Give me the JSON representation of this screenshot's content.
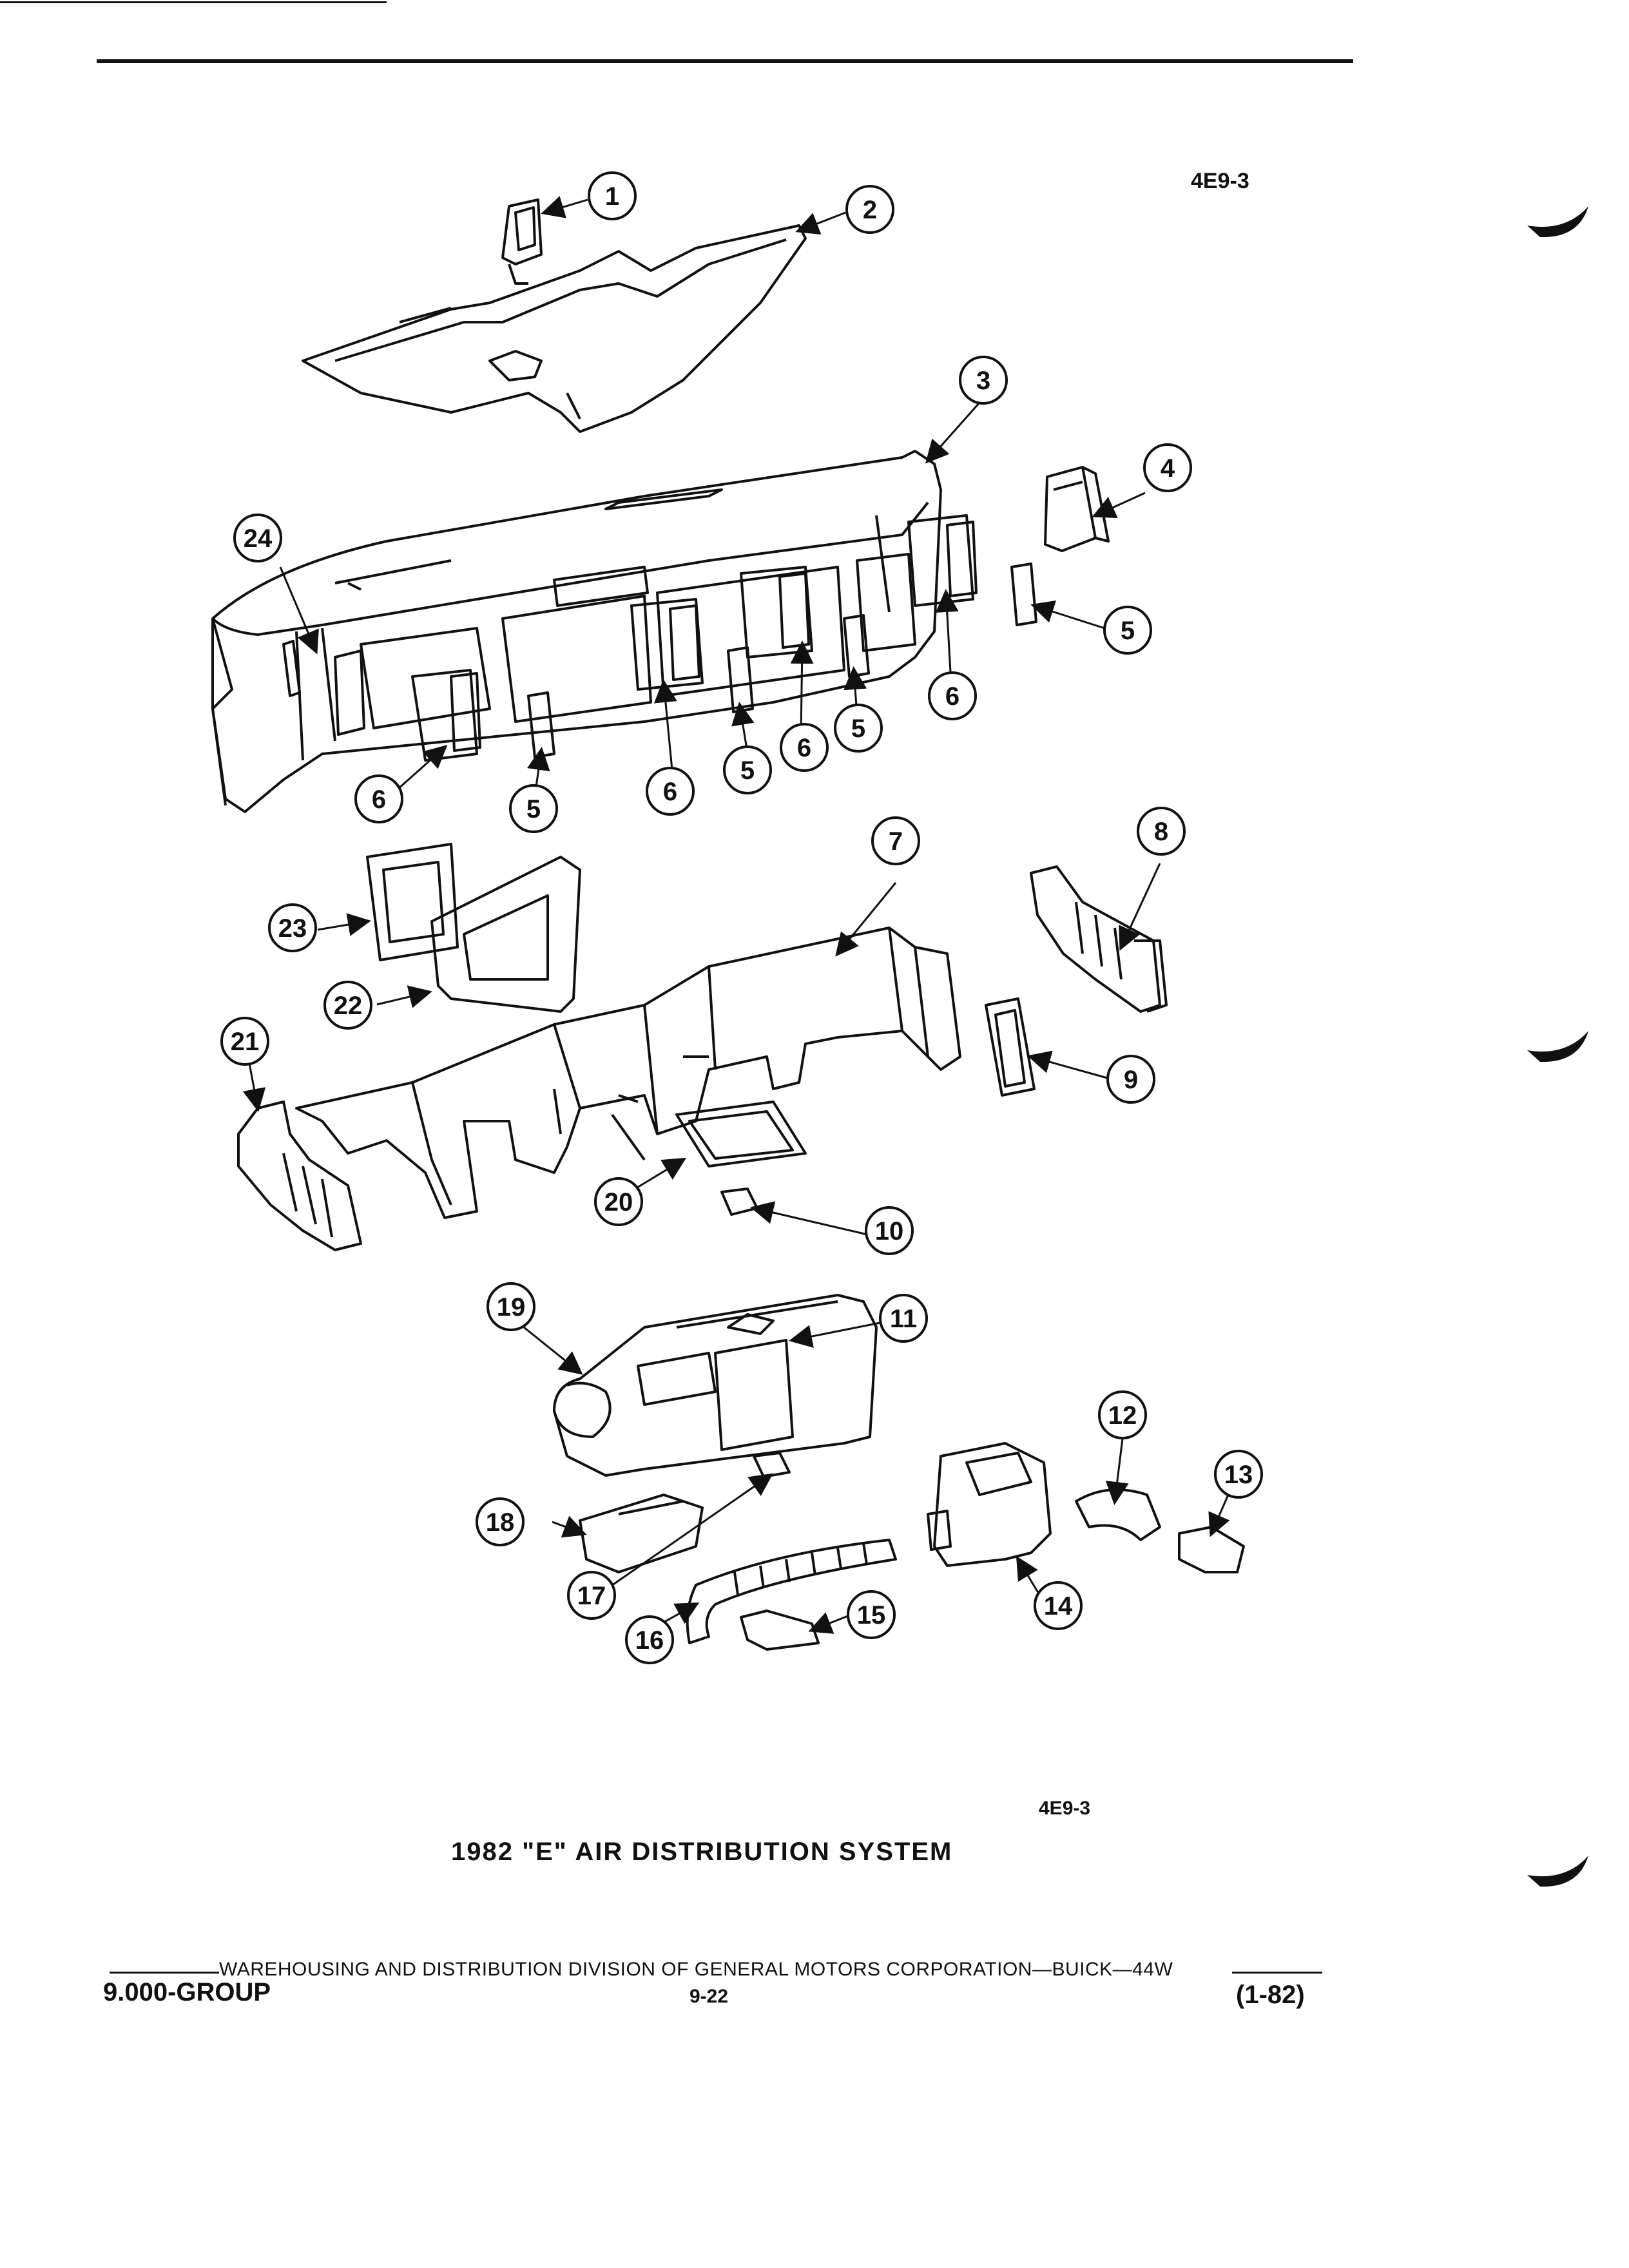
{
  "figure": {
    "ref_code_top": "4E9-3",
    "ref_code_bottom": "4E9-3",
    "caption": "1982 \"E\" AIR DISTRIBUTION SYSTEM",
    "callouts": [
      {
        "id": "c1",
        "label": "1"
      },
      {
        "id": "c2",
        "label": "2"
      },
      {
        "id": "c3",
        "label": "3"
      },
      {
        "id": "c4",
        "label": "4"
      },
      {
        "id": "c5a",
        "label": "5"
      },
      {
        "id": "c5b",
        "label": "5"
      },
      {
        "id": "c5c",
        "label": "5"
      },
      {
        "id": "c5d",
        "label": "5"
      },
      {
        "id": "c6a",
        "label": "6"
      },
      {
        "id": "c6b",
        "label": "6"
      },
      {
        "id": "c6c",
        "label": "6"
      },
      {
        "id": "c6d",
        "label": "6"
      },
      {
        "id": "c7",
        "label": "7"
      },
      {
        "id": "c8",
        "label": "8"
      },
      {
        "id": "c9",
        "label": "9"
      },
      {
        "id": "c10",
        "label": "10"
      },
      {
        "id": "c11",
        "label": "11"
      },
      {
        "id": "c12",
        "label": "12"
      },
      {
        "id": "c13",
        "label": "13"
      },
      {
        "id": "c14",
        "label": "14"
      },
      {
        "id": "c15",
        "label": "15"
      },
      {
        "id": "c16",
        "label": "16"
      },
      {
        "id": "c17",
        "label": "17"
      },
      {
        "id": "c18",
        "label": "18"
      },
      {
        "id": "c19",
        "label": "19"
      },
      {
        "id": "c20",
        "label": "20"
      },
      {
        "id": "c21",
        "label": "21"
      },
      {
        "id": "c22",
        "label": "22"
      },
      {
        "id": "c23",
        "label": "23"
      },
      {
        "id": "c24",
        "label": "24"
      }
    ]
  },
  "footer": {
    "publisher_line": "WAREHOUSING AND DISTRIBUTION  DIVISION OF GENERAL MOTORS CORPORATION—BUICK—44W",
    "group": "9.000-GROUP",
    "page": "9-22",
    "date_code": "(1-82)"
  }
}
